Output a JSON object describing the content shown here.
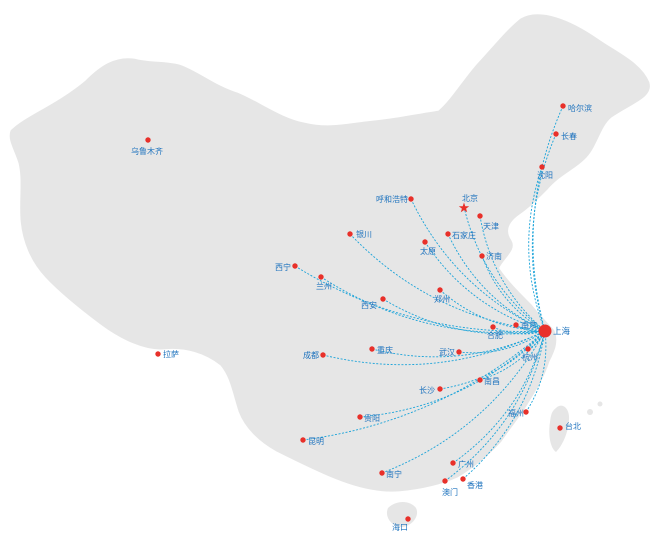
{
  "colors": {
    "land": "#e6e6e6",
    "city_dot": "#e8302a",
    "hub_dot": "#e8302a",
    "route": "#1aa3d9",
    "label": "#1e73be",
    "capital_star": "#e8302a"
  },
  "hub": {
    "name": "上海"
  },
  "capital": {
    "name": "北京",
    "icon": "star-icon"
  },
  "cities": [
    {
      "id": "harbin",
      "name": "哈尔滨",
      "route": true
    },
    {
      "id": "changchun",
      "name": "长春",
      "route": true
    },
    {
      "id": "shenyang",
      "name": "沈阳",
      "route": true
    },
    {
      "id": "beijing",
      "name": "北京",
      "route": true
    },
    {
      "id": "tianjin",
      "name": "天津",
      "route": true
    },
    {
      "id": "hohhot",
      "name": "呼和浩特",
      "route": true
    },
    {
      "id": "yinchuan",
      "name": "银川",
      "route": true
    },
    {
      "id": "shijiazhuang",
      "name": "石家庄",
      "route": true
    },
    {
      "id": "taiyuan",
      "name": "太原",
      "route": true
    },
    {
      "id": "jinan",
      "name": "济南",
      "route": true
    },
    {
      "id": "xining",
      "name": "西宁",
      "route": true
    },
    {
      "id": "lanzhou",
      "name": "兰州",
      "route": true
    },
    {
      "id": "zhengzhou",
      "name": "郑州",
      "route": true
    },
    {
      "id": "xian",
      "name": "西安",
      "route": true
    },
    {
      "id": "nanjing",
      "name": "南京",
      "route": true
    },
    {
      "id": "hefei",
      "name": "合肥",
      "route": true
    },
    {
      "id": "hangzhou",
      "name": "杭州",
      "route": true
    },
    {
      "id": "wuhan",
      "name": "武汉",
      "route": true
    },
    {
      "id": "chongqing",
      "name": "重庆",
      "route": true
    },
    {
      "id": "chengdu",
      "name": "成都",
      "route": true
    },
    {
      "id": "nanchang",
      "name": "南昌",
      "route": true
    },
    {
      "id": "changsha",
      "name": "长沙",
      "route": true
    },
    {
      "id": "fuzhou",
      "name": "福州",
      "route": true
    },
    {
      "id": "guiyang",
      "name": "贵阳",
      "route": true
    },
    {
      "id": "kunming",
      "name": "昆明",
      "route": true
    },
    {
      "id": "guangzhou",
      "name": "广州",
      "route": true
    },
    {
      "id": "hongkong",
      "name": "香港",
      "route": true
    },
    {
      "id": "macau",
      "name": "澳门",
      "route": true
    },
    {
      "id": "nanning",
      "name": "南宁",
      "route": true
    },
    {
      "id": "haikou",
      "name": "海口",
      "route": false
    },
    {
      "id": "taipei",
      "name": "台北",
      "route": false
    },
    {
      "id": "urumqi",
      "name": "乌鲁木齐",
      "route": false
    },
    {
      "id": "lhasa",
      "name": "拉萨",
      "route": false
    }
  ]
}
